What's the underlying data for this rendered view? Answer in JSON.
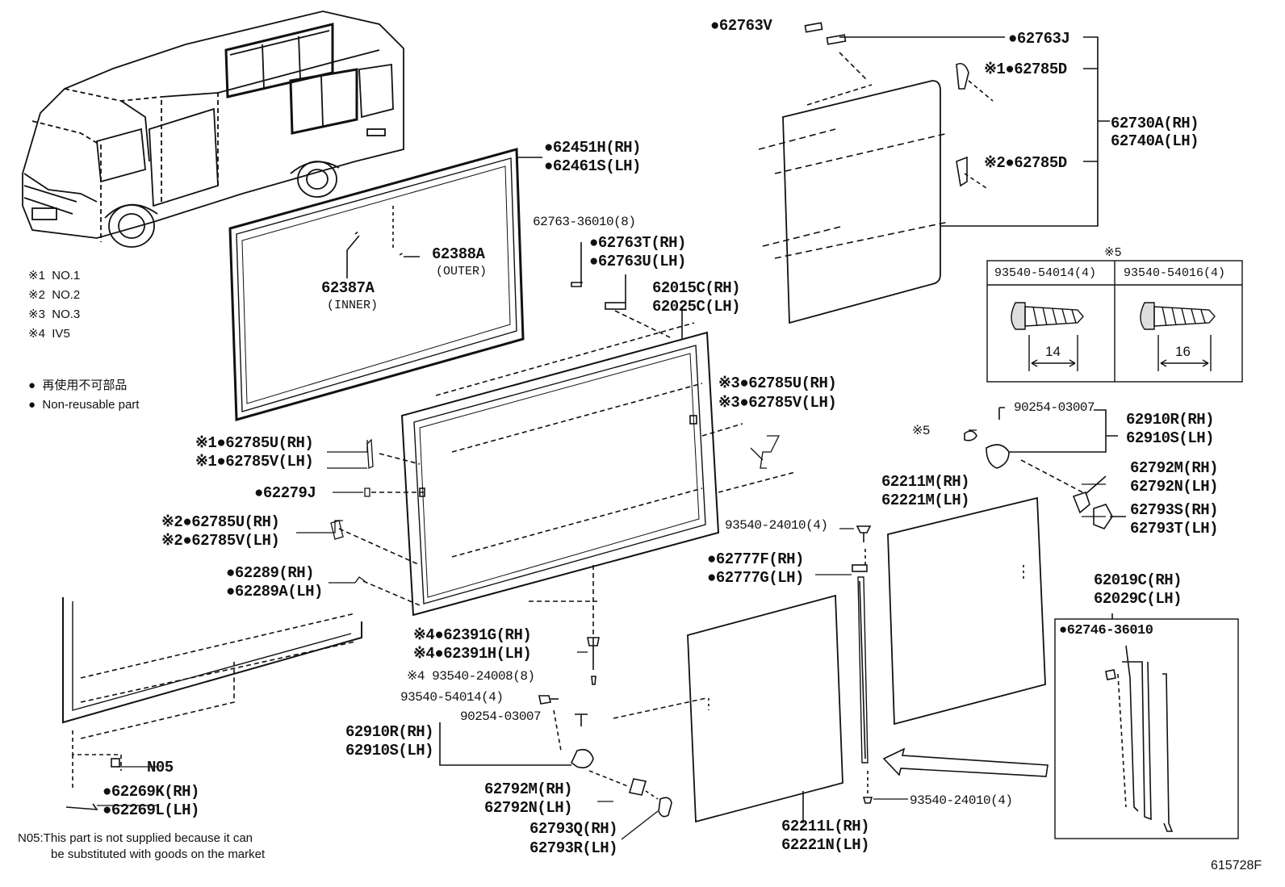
{
  "diagram_id": "615728F",
  "legend": {
    "marks": [
      {
        "mark": "※1",
        "text": "NO.1"
      },
      {
        "mark": "※2",
        "text": "NO.2"
      },
      {
        "mark": "※3",
        "text": "NO.3"
      },
      {
        "mark": "※4",
        "text": "IV5"
      }
    ],
    "dot_jp": "再使用不可部品",
    "dot_en": "Non-reusable part"
  },
  "note": {
    "line1": "N05:This part is not supplied because it can",
    "line2": "be substituted with goods on the market"
  },
  "table": {
    "header": "※5",
    "col1": "93540-54014(4)",
    "col2": "93540-54016(4)",
    "dim1": "14",
    "dim2": "16"
  },
  "parts": {
    "p62763V": "●62763V",
    "p62763J": "●62763J",
    "p62785D_1": "※1●62785D",
    "p62785D_2": "※2●62785D",
    "p62730A": "62730A(RH)",
    "p62740A": "62740A(LH)",
    "p62451H": "●62451H(RH)",
    "p62461S": "●62461S(LH)",
    "p62388A": "62388A",
    "p62388A_sub": "(OUTER)",
    "p62387A": "62387A",
    "p62387A_sub": "(INNER)",
    "p62763_36010": "62763-36010(8)",
    "p62763T": "●62763T(RH)",
    "p62763U": "●62763U(LH)",
    "p62015C": "62015C(RH)",
    "p62025C": "62025C(LH)",
    "p62785U_3": "※3●62785U(RH)",
    "p62785V_3": "※3●62785V(LH)",
    "p62785U_1": "※1●62785U(RH)",
    "p62785V_1": "※1●62785V(LH)",
    "p62279J": "●62279J",
    "p62785U_2": "※2●62785U(RH)",
    "p62785V_2": "※2●62785V(LH)",
    "p62289": "●62289(RH)",
    "p62289A": "●62289A(LH)",
    "p62391G": "※4●62391G(RH)",
    "p62391H": "※4●62391H(LH)",
    "p93540_24008": "※4 93540-24008(8)",
    "p93540_54014": "93540-54014(4)",
    "p90254_03007_a": "90254-03007",
    "p62910R_a": "62910R(RH)",
    "p62910S_a": "62910S(LH)",
    "p62792M_a": "62792M(RH)",
    "p62792N_a": "62792N(LH)",
    "p62793Q": "62793Q(RH)",
    "p62793R": "62793R(LH)",
    "pN05": "N05",
    "p62269K": "●62269K(RH)",
    "p62269L": "●62269L(LH)",
    "p90254_03007_b": "90254-03007",
    "p62910R_b": "62910R(RH)",
    "p62910S_b": "62910S(LH)",
    "mark5": "※5",
    "p62792M_b": "62792M(RH)",
    "p62792N_b": "62792N(LH)",
    "p62793S": "62793S(RH)",
    "p62793T": "62793T(LH)",
    "p62211M": "62211M(RH)",
    "p62221M": "62221M(LH)",
    "p93540_24010_a": "93540-24010(4)",
    "p62777F": "●62777F(RH)",
    "p62777G": "●62777G(LH)",
    "p62019C": "62019C(RH)",
    "p62029C": "62029C(LH)",
    "p62746": "●62746-36010",
    "p93540_24010_b": "93540-24010(4)",
    "p62211L": "62211L(RH)",
    "p62221N": "62221N(LH)"
  }
}
